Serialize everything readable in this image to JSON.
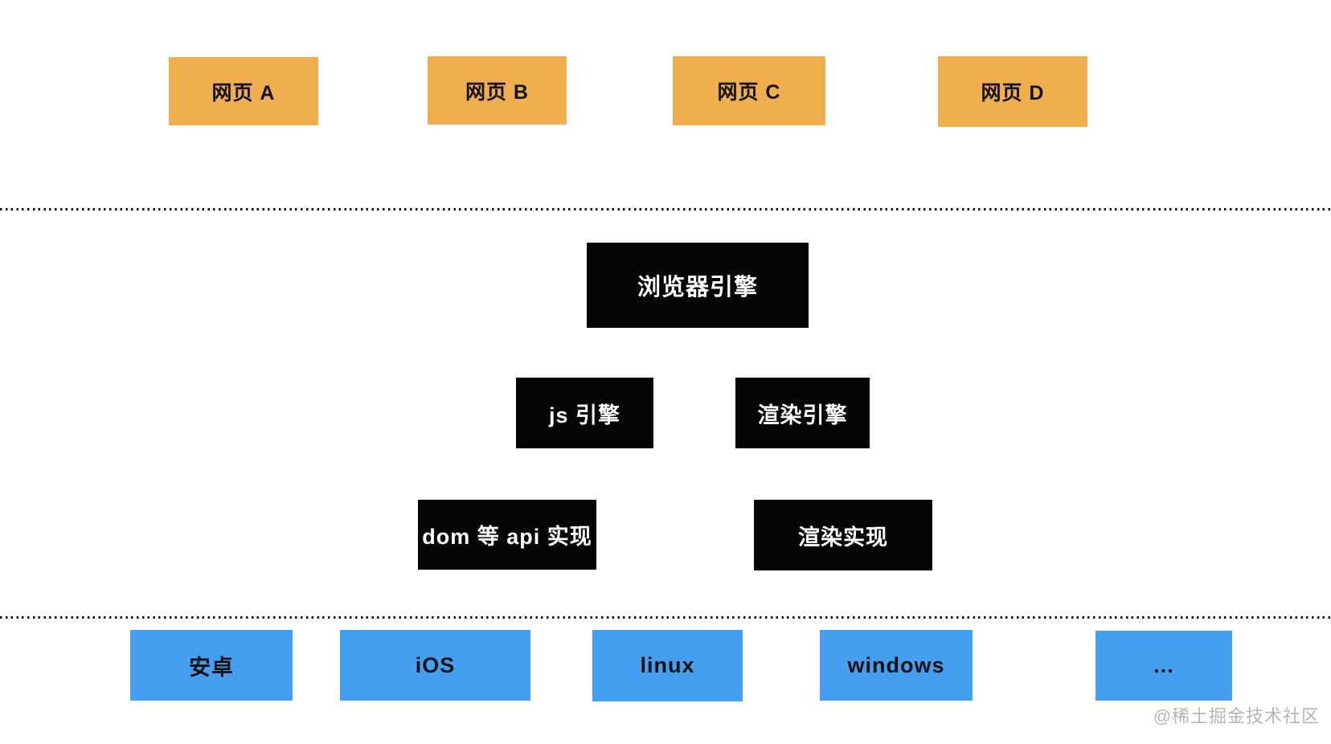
{
  "diagram": {
    "title_semantic": "browser-architecture-diagram",
    "layers": {
      "webpages": [
        "网页 A",
        "网页 B",
        "网页 C",
        "网页 D"
      ],
      "browser_engine": "浏览器引擎",
      "engines": [
        "js 引擎",
        "渲染引擎"
      ],
      "implementations": [
        "dom 等 api 实现",
        "渲染实现"
      ],
      "platforms": [
        "安卓",
        "iOS",
        "linux",
        "windows",
        "..."
      ]
    },
    "watermark": "@稀土掘金技术社区"
  },
  "colors": {
    "background": "#ffffff",
    "webpage_box": "#f0ae4e",
    "engine_box": "#050505",
    "engine_text": "#ffffff",
    "platform_box": "#459ff0",
    "box_text_dark": "#111111",
    "dotted_line": "#111111",
    "watermark_text": "#b5b5b5"
  }
}
